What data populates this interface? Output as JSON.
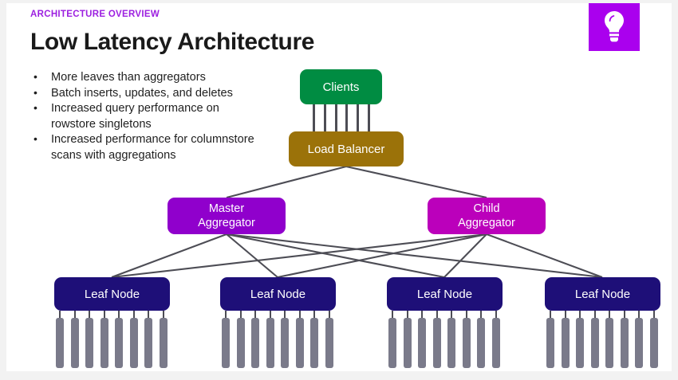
{
  "slide": {
    "eyebrow": "ARCHITECTURE OVERVIEW",
    "title": "Low Latency Architecture",
    "badge_icon": "lightbulb-icon",
    "badge_color": "#AA00EE",
    "background": "#FFFFFF"
  },
  "bullets": [
    "More leaves than aggregators",
    "Batch inserts, updates, and deletes",
    "Increased query performance on rowstore singletons",
    "Increased performance for columnstore scans with aggregations"
  ],
  "diagram": {
    "nodes": {
      "clients": {
        "label": "Clients",
        "color": "#008C42"
      },
      "load_balancer": {
        "label": "Load Balancer",
        "color": "#9B7209"
      },
      "master_aggregator": {
        "label": "Master Aggregator",
        "line1": "Master",
        "line2": "Aggregator",
        "color": "#9000CC"
      },
      "child_aggregator": {
        "label": "Child Aggregator",
        "line1": "Child",
        "line2": "Aggregator",
        "color": "#BB00BB"
      },
      "leaves": [
        {
          "label": "Leaf Node",
          "color": "#1E0F78",
          "partitions": 8
        },
        {
          "label": "Leaf Node",
          "color": "#1E0F78",
          "partitions": 8
        },
        {
          "label": "Leaf Node",
          "color": "#1E0F78",
          "partitions": 8
        },
        {
          "label": "Leaf Node",
          "color": "#1E0F78",
          "partitions": 8
        }
      ]
    },
    "connector_color": "#4D4D55",
    "partition_color": "#7A7A8A",
    "client_connector_count": 6
  }
}
